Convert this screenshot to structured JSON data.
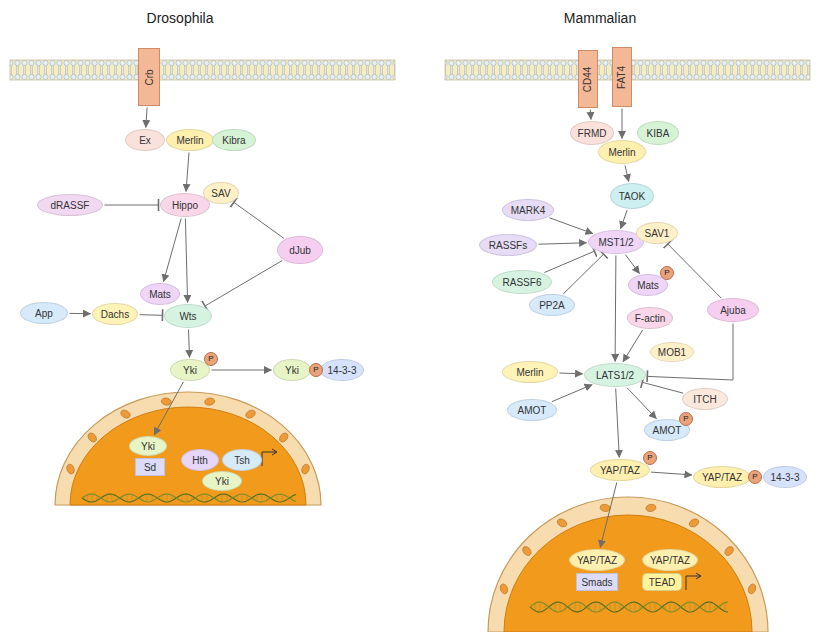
{
  "diagram": {
    "nodes": [
      {
        "text": [
          "Crb"
        ]
      },
      {
        "text": [
          "Ex"
        ]
      },
      {
        "text": [
          "Merlin"
        ]
      },
      {
        "text": [
          "Kibra"
        ]
      },
      {
        "text": [
          "dRASSF"
        ]
      },
      {
        "text": [
          "Hippo"
        ]
      },
      {
        "text": [
          "SAV"
        ]
      },
      {
        "text": [
          "dJub"
        ]
      },
      {
        "text": [
          "Mats"
        ]
      },
      {
        "text": [
          "App"
        ]
      },
      {
        "text": [
          "Dachs"
        ]
      },
      {
        "text": [
          "Wts"
        ]
      },
      {
        "text": [
          "Yki"
        ]
      },
      {
        "text": [
          "Yki"
        ]
      },
      {
        "text": [
          "14-3-3"
        ]
      },
      {
        "text": [
          "Yki"
        ]
      },
      {
        "text": [
          "Sd"
        ]
      },
      {
        "text": [
          "Hth"
        ]
      },
      {
        "text": [
          "Tsh"
        ]
      },
      {
        "text": [
          "Yki"
        ]
      },
      {
        "text": [
          "CD44"
        ]
      },
      {
        "text": [
          "FAT4"
        ]
      },
      {
        "text": [
          "FRMD"
        ]
      },
      {
        "text": [
          "KIBA"
        ]
      },
      {
        "text": [
          "Merlin"
        ]
      },
      {
        "text": [
          "TAOK"
        ]
      },
      {
        "text": [
          "MARK4"
        ]
      },
      {
        "text": [
          "MST1/2"
        ]
      },
      {
        "text": [
          "SAV1"
        ]
      },
      {
        "text": [
          "RASSFs"
        ]
      },
      {
        "text": [
          "RASSF6"
        ]
      },
      {
        "text": [
          "Mats"
        ]
      },
      {
        "text": [
          "PP2A"
        ]
      },
      {
        "text": [
          "Ajuba"
        ]
      },
      {
        "text": [
          "F-actin"
        ]
      },
      {
        "text": [
          "MOB1"
        ]
      },
      {
        "text": [
          "Merlin"
        ]
      },
      {
        "text": [
          "LATS1/2"
        ]
      },
      {
        "text": [
          "ITCH"
        ]
      },
      {
        "text": [
          "AMOT"
        ]
      },
      {
        "text": [
          "AMOT"
        ]
      },
      {
        "text": [
          "YAP/TAZ"
        ]
      },
      {
        "text": [
          "YAP/TAZ"
        ]
      },
      {
        "text": [
          "14-3-3"
        ]
      },
      {
        "text": [
          "YAP/TAZ"
        ]
      },
      {
        "text": [
          "Smads"
        ]
      },
      {
        "text": [
          "YAP/TAZ"
        ]
      },
      {
        "text": [
          "TEAD"
        ]
      }
    ],
    "edges": [
      {
        "from": 0,
        "to": 1,
        "arrow": "to"
      },
      {
        "from": 2,
        "to": 5,
        "arrow": "to"
      },
      {
        "from": 4,
        "to": 5,
        "arrow": "to"
      },
      {
        "from": 7,
        "to": 6,
        "arrow": "to"
      },
      {
        "from": 7,
        "to": 11,
        "arrow": "to"
      },
      {
        "from": 5,
        "to": 8,
        "arrow": "to"
      },
      {
        "from": 5,
        "to": 11,
        "arrow": "to"
      },
      {
        "from": 9,
        "to": 10,
        "arrow": "to"
      },
      {
        "from": 10,
        "to": 11,
        "arrow": "to"
      },
      {
        "from": 11,
        "to": 12,
        "arrow": "to"
      },
      {
        "from": 12,
        "to": 13,
        "arrow": "to"
      },
      {
        "from": 12,
        "to": 15,
        "arrow": "to"
      },
      {
        "from": 20,
        "to": 22,
        "arrow": "to"
      },
      {
        "from": 21,
        "to": 24,
        "arrow": "to"
      },
      {
        "from": 24,
        "to": 25,
        "arrow": "to"
      },
      {
        "from": 25,
        "to": 27,
        "arrow": "to"
      },
      {
        "from": 26,
        "to": 27,
        "arrow": "to"
      },
      {
        "from": 29,
        "to": 27,
        "arrow": "to"
      },
      {
        "from": 30,
        "to": 27,
        "arrow": "to"
      },
      {
        "from": 32,
        "to": 27,
        "arrow": "to"
      },
      {
        "from": 33,
        "to": 28,
        "arrow": "to"
      },
      {
        "from": 33,
        "to": 37,
        "arrow": "to"
      },
      {
        "from": 27,
        "to": 31,
        "arrow": "to"
      },
      {
        "from": 27,
        "to": 37,
        "arrow": "to"
      },
      {
        "from": 34,
        "to": 37,
        "arrow": "to"
      },
      {
        "from": 36,
        "to": 37,
        "arrow": "to"
      },
      {
        "from": 39,
        "to": 37,
        "arrow": "to"
      },
      {
        "from": 37,
        "to": 40,
        "arrow": "to"
      },
      {
        "from": 38,
        "to": 37,
        "arrow": "to"
      },
      {
        "from": 37,
        "to": 41,
        "arrow": "to"
      },
      {
        "from": 41,
        "to": 42,
        "arrow": "to"
      },
      {
        "from": 41,
        "to": 44,
        "arrow": "to"
      }
    ],
    "labels": [
      "Drosophila",
      "Mammalian",
      "P",
      "P",
      "P",
      "P",
      "P",
      "P"
    ]
  }
}
